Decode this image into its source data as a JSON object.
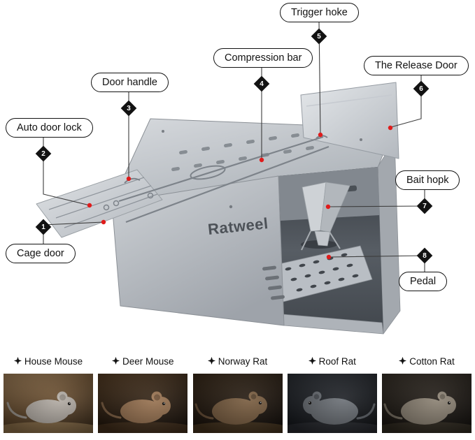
{
  "brand": "Ratweel",
  "callouts": [
    {
      "num": "1",
      "label": "Cage door"
    },
    {
      "num": "2",
      "label": "Auto door lock"
    },
    {
      "num": "3",
      "label": "Door handle"
    },
    {
      "num": "4",
      "label": "Compression bar"
    },
    {
      "num": "5",
      "label": "Trigger hoke"
    },
    {
      "num": "6",
      "label": "The Release Door"
    },
    {
      "num": "7",
      "label": "Bait hopk"
    },
    {
      "num": "8",
      "label": "Pedal"
    }
  ],
  "rodents": [
    {
      "label": "House Mouse"
    },
    {
      "label": "Deer Mouse"
    },
    {
      "label": "Norway Rat"
    },
    {
      "label": "Roof Rat"
    },
    {
      "label": "Cotton Rat"
    }
  ],
  "colors": {
    "marker_dot": "#e01b1b",
    "callout_border": "#121212",
    "metal_light": "#d8dbdf",
    "metal_dark": "#9aa0a6"
  }
}
